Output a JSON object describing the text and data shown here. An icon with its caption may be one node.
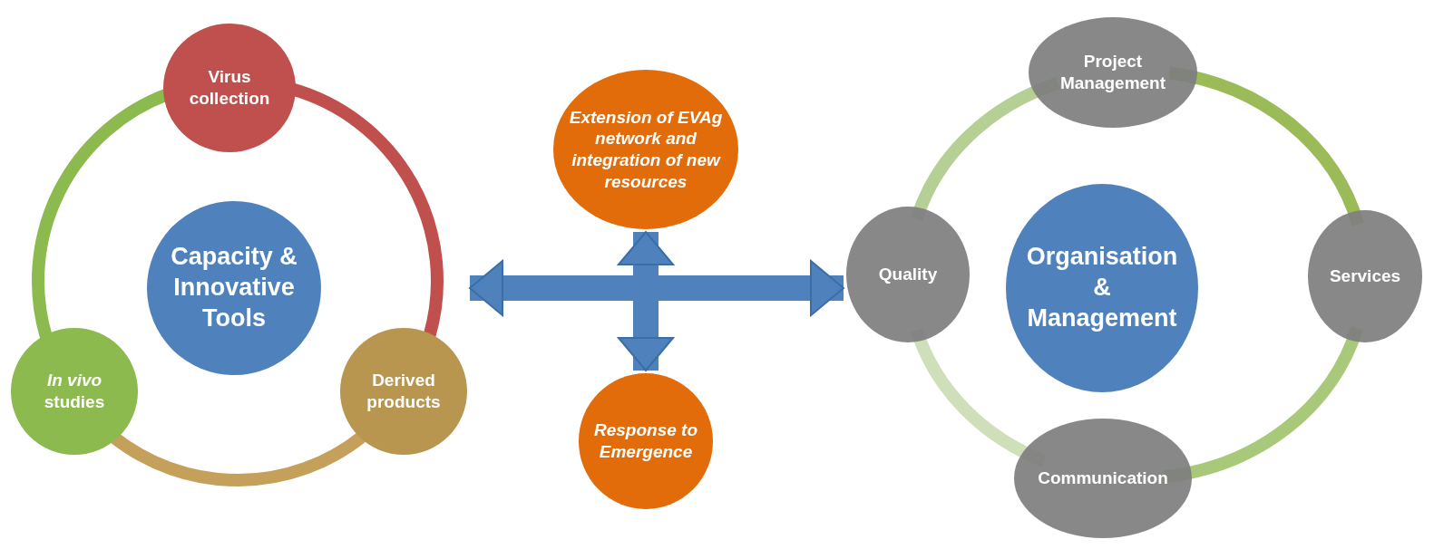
{
  "diagram": {
    "nodes": [
      {
        "text": [
          "Capacity & Innovative Tools"
        ]
      },
      {
        "text": [
          "Virus collection"
        ]
      },
      {
        "text": [
          "Derived products"
        ]
      },
      {
        "text": [
          "*In vivo* studies"
        ]
      },
      {
        "text": [
          "Extension of EVAg network and integration of new resources"
        ]
      },
      {
        "text": [
          "Response to Emergence"
        ]
      },
      {
        "text": [
          "Project Management"
        ]
      },
      {
        "text": [
          "Quality"
        ]
      },
      {
        "text": [
          "Organisation & Management"
        ]
      },
      {
        "text": [
          "Services"
        ]
      },
      {
        "text": [
          "Communication"
        ]
      }
    ],
    "edges": [
      {
        "from": 1,
        "to": 2,
        "arrow": "none",
        "color": "#c0504d"
      },
      {
        "from": 2,
        "to": 3,
        "arrow": "none",
        "color": "#c4a05a"
      },
      {
        "from": 3,
        "to": 1,
        "arrow": "none",
        "color": "#8cba4e"
      },
      {
        "from": 2,
        "to": 7,
        "arrow": "both",
        "style": "thick",
        "color": "#4f81bd"
      },
      {
        "from": 4,
        "to": 5,
        "arrow": "both",
        "style": "thick",
        "color": "#4f81bd"
      },
      {
        "from": 6,
        "to": 9,
        "arrow": "none",
        "color": "#9bbb59"
      },
      {
        "from": 9,
        "to": 10,
        "arrow": "none",
        "color": "#a9c97a"
      },
      {
        "from": 10,
        "to": 7,
        "arrow": "none",
        "color": "#cfdfba"
      },
      {
        "from": 7,
        "to": 6,
        "arrow": "none",
        "color": "#b5cf94"
      }
    ]
  }
}
